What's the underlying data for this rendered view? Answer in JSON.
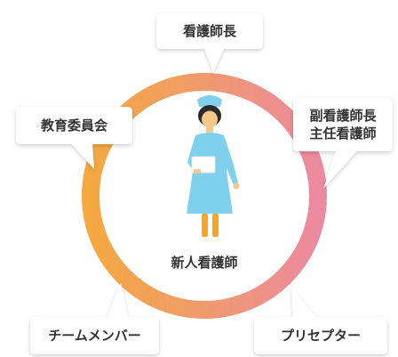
{
  "diagram": {
    "center_label": "新人看護師",
    "nodes": {
      "top": "看護師長",
      "left": "教育委員会",
      "right_line1": "副看護師長",
      "right_line2": "主任看護師",
      "bottom_left": "チームメンバー",
      "bottom_right": "プリセプター"
    }
  },
  "colors": {
    "ring_left": "#f5a940",
    "ring_top": "#f09a6e",
    "ring_right": "#ec8aa0",
    "text": "#333333",
    "bubble_fill": "#ffffff",
    "nurse_uniform": "#7fd0ec",
    "nurse_skin": "#f2c98a",
    "nurse_hair": "#2b2b2b",
    "nurse_legs": "#f5a623",
    "clipboard": "#ffffff"
  },
  "icons": {
    "center_figure": "nurse-icon"
  }
}
